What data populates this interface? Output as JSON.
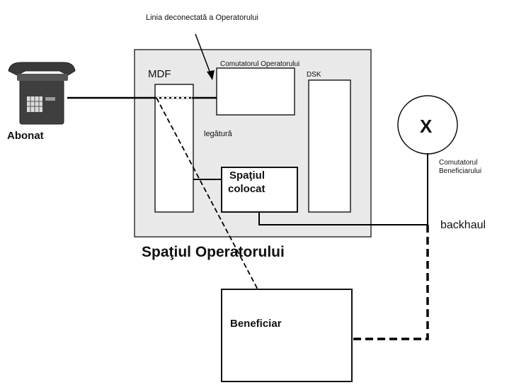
{
  "labels": {
    "disconnected_line": "Linia deconectată a Operatorului",
    "operator_switch": "Comutatorul Operatorului",
    "dsk": "DSK",
    "mdf": "MDF",
    "link": "legătură",
    "colocated_line1": "Spaţiul",
    "colocated_line2": "colocat",
    "operator_space": "Spaţiul Operatorului",
    "subscriber": "Abonat",
    "beneficiary_switch_line1": "Comutatorul",
    "beneficiary_switch_line2": "Beneficiarului",
    "switch_symbol": "X",
    "backhaul": "backhaul",
    "beneficiary": "Beneficiar"
  },
  "icons": {
    "phone": "telephone-icon"
  }
}
